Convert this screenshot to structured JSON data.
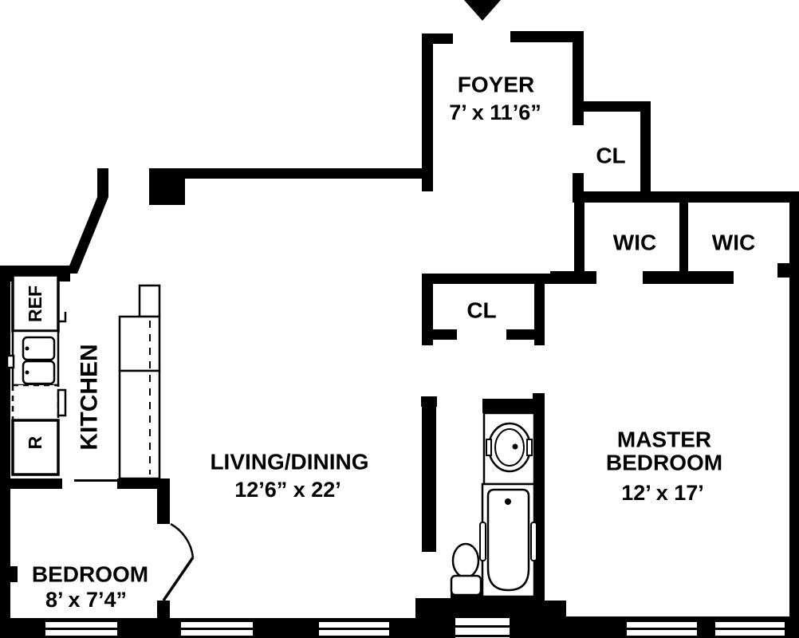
{
  "meta": {
    "type": "apartment-floor-plan",
    "colors": {
      "wall": "#000000",
      "background": "#ffffff"
    }
  },
  "rooms": {
    "foyer": {
      "label": "FOYER",
      "dims": "7’ x 11’6”"
    },
    "cl_top": {
      "label": "CL"
    },
    "cl_mid": {
      "label": "CL"
    },
    "wic_left": {
      "label": "WIC"
    },
    "wic_right": {
      "label": "WIC"
    },
    "kitchen": {
      "label": "KITCHEN"
    },
    "living": {
      "label": "LIVING/DINING",
      "dims": "12’6” x 22’"
    },
    "master": {
      "label": "MASTER BEDROOM",
      "dims": "12’ x 17’"
    },
    "bedroom": {
      "label": "BEDROOM",
      "dims": "8’ x 7’4”"
    }
  },
  "appliances": {
    "refrigerator": {
      "label": "REF"
    },
    "range": {
      "label": "R"
    }
  }
}
